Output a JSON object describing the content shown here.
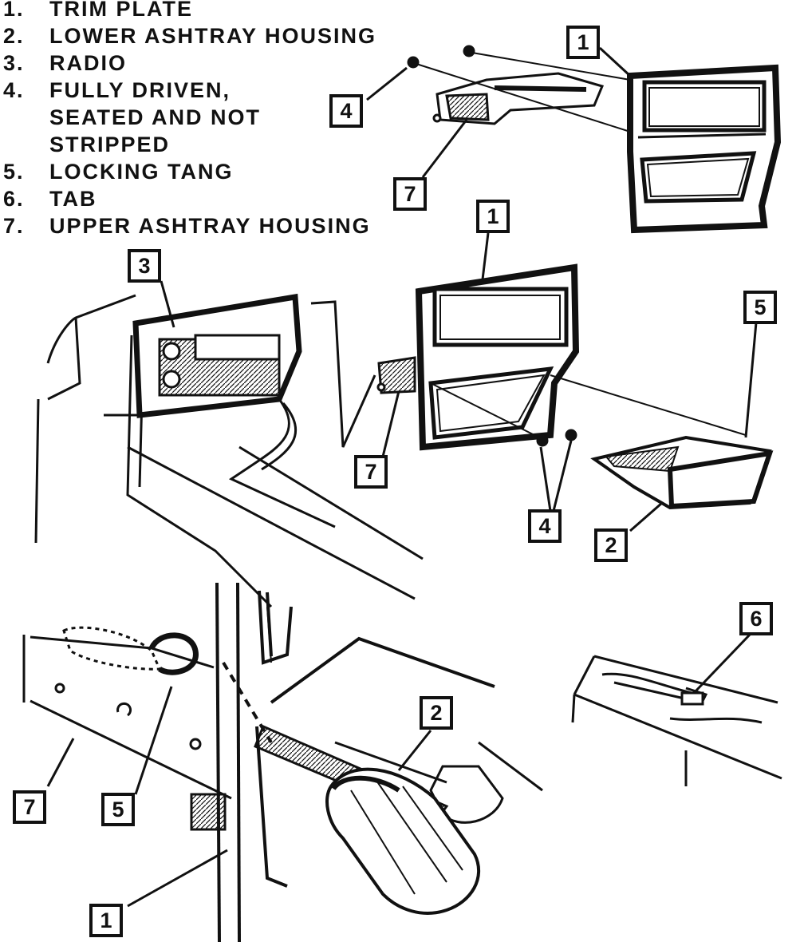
{
  "legend": [
    {
      "number": "1.",
      "text": "TRIM PLATE"
    },
    {
      "number": "2.",
      "text": "LOWER ASHTRAY HOUSING"
    },
    {
      "number": "3.",
      "text": "RADIO"
    },
    {
      "number": "4.",
      "text": "FULLY DRIVEN,\nSEATED AND NOT\nSTRIPPED"
    },
    {
      "number": "5.",
      "text": "LOCKING TANG"
    },
    {
      "number": "6.",
      "text": "TAB"
    },
    {
      "number": "7.",
      "text": "UPPER ASHTRAY HOUSING"
    }
  ],
  "callouts": {
    "top_trim_plate": "1",
    "top_screw": "4",
    "top_upper_housing": "7",
    "mid_trim_plate": "1",
    "mid_radio": "3",
    "mid_locking_tang": "5",
    "mid_upper_housing": "7",
    "mid_screws": "4",
    "mid_lower_housing": "2",
    "detail_tab": "6",
    "detail_lower_housing": "2",
    "detail_upper_housing": "7",
    "detail_locking_tang": "5",
    "detail_trim_plate": "1"
  }
}
